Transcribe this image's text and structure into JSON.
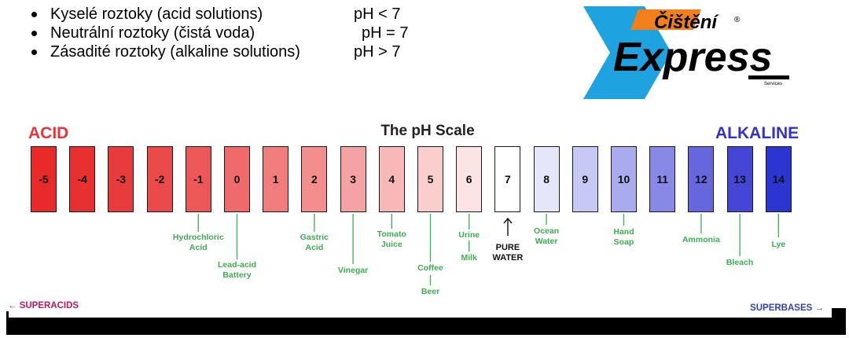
{
  "bullets": [
    {
      "text": "Kyselé roztoky (acid solutions)",
      "ph": "pH < 7"
    },
    {
      "text": "Neutrální roztoky (čistá voda)",
      "ph": "pH = 7"
    },
    {
      "text": "Zásadité roztoky (alkaline solutions)",
      "ph": "pH > 7"
    }
  ],
  "logo": {
    "top_word": "Čištění",
    "registered": "®",
    "main_word": "Express",
    "small_word": "Services"
  },
  "scale": {
    "title": "The pH Scale",
    "left_label": "ACID",
    "right_label": "ALKALINE",
    "cells": [
      {
        "label": "-5",
        "fill": "#e82a2a"
      },
      {
        "label": "-4",
        "fill": "#e83030"
      },
      {
        "label": "-3",
        "fill": "#e83c3c"
      },
      {
        "label": "-2",
        "fill": "#ea4a4a"
      },
      {
        "label": "-1",
        "fill": "#ec5858"
      },
      {
        "label": "0",
        "fill": "#ef6a6a"
      },
      {
        "label": "1",
        "fill": "#f17c7c"
      },
      {
        "label": "2",
        "fill": "#f38e8e"
      },
      {
        "label": "3",
        "fill": "#f5a2a2"
      },
      {
        "label": "4",
        "fill": "#f8b8b8"
      },
      {
        "label": "5",
        "fill": "#fbcece"
      },
      {
        "label": "6",
        "fill": "#fde4e4"
      },
      {
        "label": "7",
        "fill": "#ffffff"
      },
      {
        "label": "8",
        "fill": "#e6e6fb"
      },
      {
        "label": "9",
        "fill": "#c8c8f4"
      },
      {
        "label": "10",
        "fill": "#aaaaee"
      },
      {
        "label": "11",
        "fill": "#8888e6"
      },
      {
        "label": "12",
        "fill": "#6666dd"
      },
      {
        "label": "13",
        "fill": "#4545d6"
      },
      {
        "label": "14",
        "fill": "#2a36cf"
      }
    ],
    "substances": [
      {
        "name": "hydrochloric-acid",
        "lines": [
          "Hydrochloric",
          "Acid"
        ],
        "ph": "-1"
      },
      {
        "name": "lead-acid-battery",
        "lines": [
          "Lead-acid",
          "Battery"
        ],
        "ph": "0"
      },
      {
        "name": "gastric-acid",
        "lines": [
          "Gastric",
          "Acid"
        ],
        "ph": "2"
      },
      {
        "name": "vinegar",
        "lines": [
          "Vinegar"
        ],
        "ph": "3"
      },
      {
        "name": "tomato-juice",
        "lines": [
          "Tomato",
          "Juice"
        ],
        "ph": "4"
      },
      {
        "name": "coffee",
        "lines": [
          "Coffee"
        ],
        "ph": "5"
      },
      {
        "name": "beer",
        "lines": [
          "Beer"
        ],
        "ph": "5"
      },
      {
        "name": "urine",
        "lines": [
          "Urine"
        ],
        "ph": "6"
      },
      {
        "name": "milk",
        "lines": [
          "Milk"
        ],
        "ph": "6"
      },
      {
        "name": "pure-water",
        "lines": [
          "PURE",
          "WATER"
        ],
        "ph": "7"
      },
      {
        "name": "ocean-water",
        "lines": [
          "Ocean",
          "Water"
        ],
        "ph": "8"
      },
      {
        "name": "hand-soap",
        "lines": [
          "Hand",
          "Soap"
        ],
        "ph": "10"
      },
      {
        "name": "ammonia",
        "lines": [
          "Ammonia"
        ],
        "ph": "12"
      },
      {
        "name": "bleach",
        "lines": [
          "Bleach"
        ],
        "ph": "13"
      },
      {
        "name": "lye",
        "lines": [
          "Lye"
        ],
        "ph": "14"
      }
    ],
    "superacids": "SUPERACIDS",
    "superbases": "SUPERBASES",
    "colors": {
      "acid": "#e8343a",
      "alkaline": "#3333cc",
      "substance": "#3cae50"
    }
  }
}
